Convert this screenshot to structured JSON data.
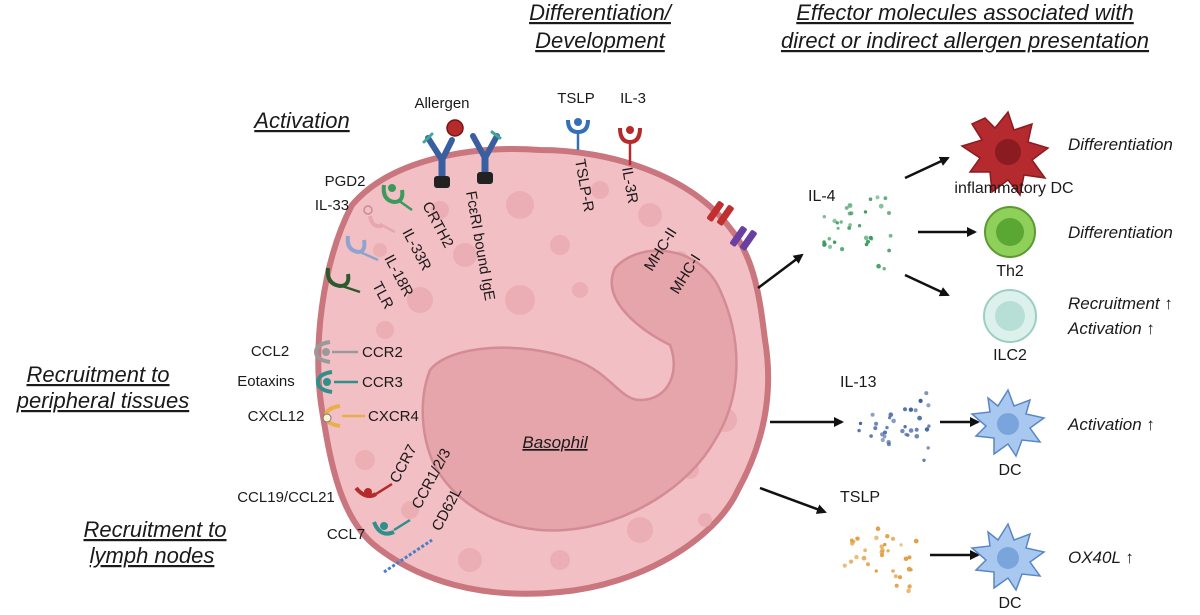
{
  "headings": {
    "activation": "Activation",
    "differentiation_line1": "Differentiation/",
    "differentiation_line2": "Development",
    "effector_line1": "Effector molecules associated with",
    "effector_line2": "direct or indirect allergen presentation",
    "recruit_peripheral_line1": "Recruitment to",
    "recruit_peripheral_line2": "peripheral tissues",
    "recruit_lymph_line1": "Recruitment to",
    "recruit_lymph_line2": "lymph nodes"
  },
  "cell_label": "Basophil",
  "ligands": {
    "allergen": "Allergen",
    "tslp": "TSLP",
    "il3": "IL-3",
    "pgd2": "PGD2",
    "il33": "IL-33",
    "ccl2": "CCL2",
    "eotaxins": "Eotaxins",
    "cxcl12": "CXCL12",
    "ccl19_ccl21": "CCL19/CCL21",
    "ccl7": "CCL7"
  },
  "receptors": {
    "fceri": "FcεRI bound IgE",
    "tslp_r": "TSLP-R",
    "il3r": "IL-3R",
    "crth2": "CRTH2",
    "il33r": "IL-33R",
    "il18r": "IL-18R",
    "tlr": "TLR",
    "mhc2": "MHC-II",
    "mhc1": "MHC-I",
    "ccr2": "CCR2",
    "ccr3": "CCR3",
    "cxcr4": "CXCR4",
    "ccr7": "CCR7",
    "ccr123": "CCR1/2/3",
    "cd62l": "CD62L"
  },
  "effectors": {
    "il4": "IL-4",
    "il13": "IL-13",
    "tslp": "TSLP"
  },
  "targets": {
    "inflammatory_dc": "inflammatory DC",
    "th2": "Th2",
    "ilc2": "ILC2",
    "dc1": "DC",
    "dc2": "DC"
  },
  "outcomes": {
    "inflammatory_dc": "Differentiation",
    "th2": "Differentiation",
    "ilc2_line1": "Recruitment ↑",
    "ilc2_line2": "Activation ↑",
    "dc1": "Activation ↑",
    "dc2": "OX40L ↑"
  },
  "colors": {
    "cell_fill": "#f2bfc4",
    "cell_border": "#c9767e",
    "nucleus_fill": "#e6a4ab",
    "il4_dots": "#3a9a5c",
    "il13_dots": "#3b5f9e",
    "tslp_dots": "#e19a3a",
    "inflammatory_dc": "#b42a2f",
    "th2": "#7cc44a",
    "ilc2": "#b9e3dc",
    "dc": "#9fc3ee"
  }
}
